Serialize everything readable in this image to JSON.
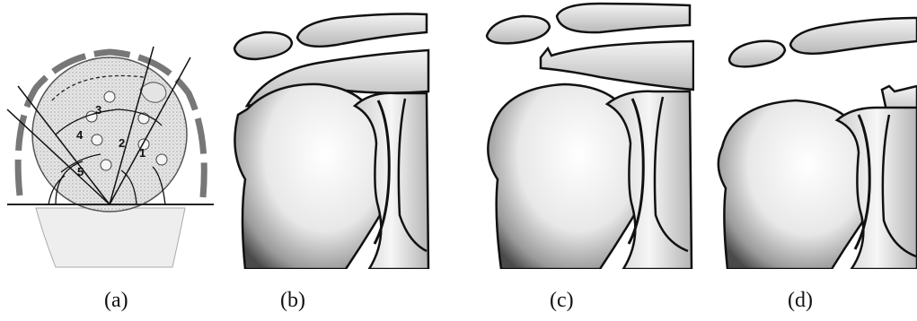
{
  "panels": [
    {
      "id": "a",
      "caption": "(a)"
    },
    {
      "id": "b",
      "caption": "(b)"
    },
    {
      "id": "c",
      "caption": "(c)"
    },
    {
      "id": "d",
      "caption": "(d)"
    }
  ],
  "panel_a_numbers": [
    "1",
    "2",
    "3",
    "4",
    "5"
  ],
  "colors": {
    "ink": "#111111",
    "stipple": "#c8c8c8",
    "shade": "#8a8a8a",
    "paper": "#ffffff"
  }
}
